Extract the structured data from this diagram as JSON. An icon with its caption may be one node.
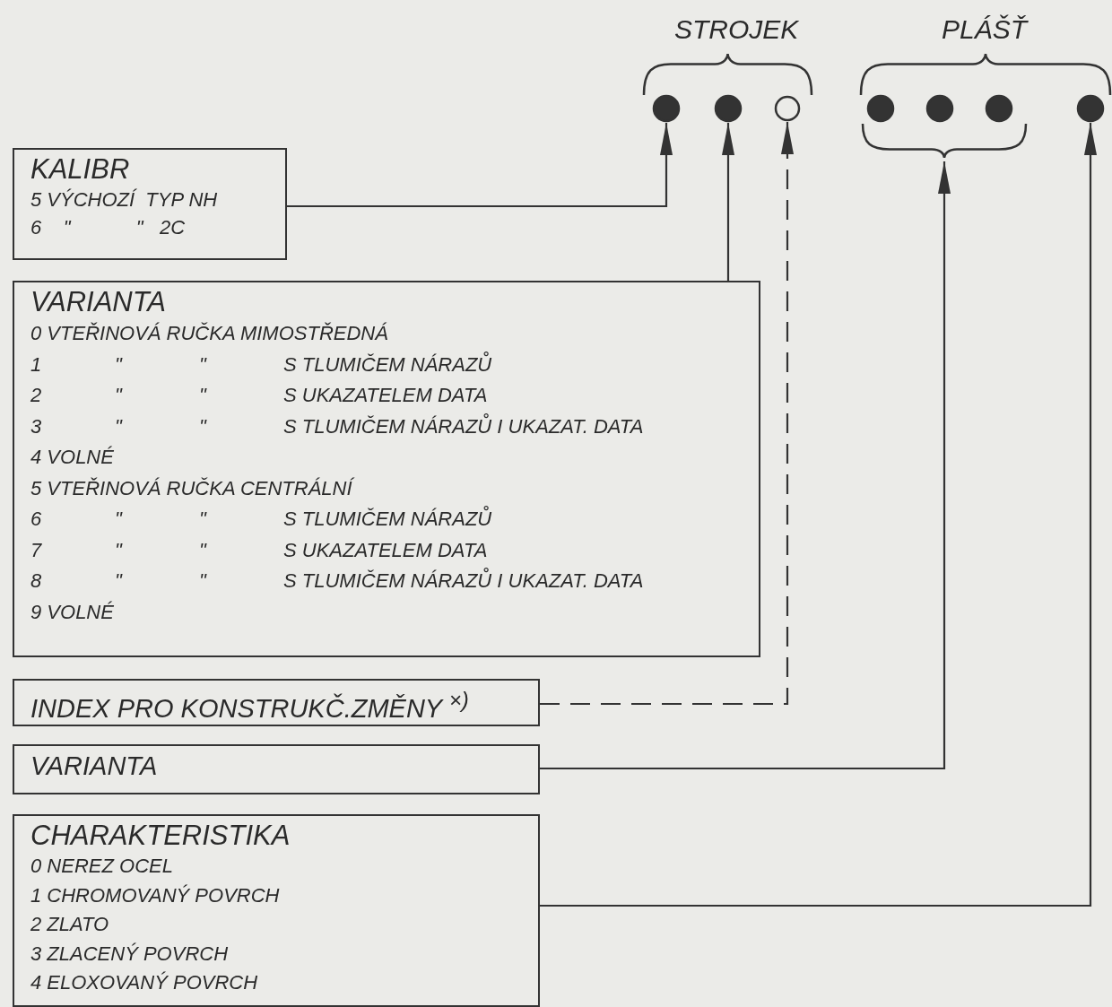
{
  "diagram": {
    "nodes": [
      {
        "text": [
          "KALIBR",
          "5 VÝCHOZÍ  TYP NH",
          "6    \"            \"   2C"
        ]
      },
      {
        "text": [
          "VARIANTA",
          "0 VTEŘINOVÁ RUČKA MIMOSTŘEDNÁ",
          "1\t\"\t\"\tS TLUMIČEM NÁRAZŮ",
          "2\t\"\t\"\tS UKAZATELEM DATA",
          "3\t\"\t\"\tS TLUMIČEM NÁRAZŮ I UKAZAT. DATA",
          "4 VOLNÉ",
          "5 VTEŘINOVÁ RUČKA CENTRÁLNÍ",
          "6\t\"\t\"\tS TLUMIČEM NÁRAZŮ",
          "7\t\"\t\"\tS UKAZATELEM DATA",
          "8\t\"\t\"\tS TLUMIČEM NÁRAZŮ I UKAZAT. DATA",
          "9 VOLNÉ"
        ]
      },
      {
        "text": [
          "INDEX PRO KONSTRUKČ.ZMĚNY $^{×)}$"
        ]
      },
      {
        "text": [
          "VARIANTA"
        ]
      },
      {
        "text": [
          "CHARAKTERISTIKA",
          "0 NEREZ OCEL",
          "1 CHROMOVANÝ POVRCH",
          "2 ZLATO",
          "3 ZLACENÝ POVRCH",
          "4 ELOXOVANÝ POVRCH"
        ]
      },
      {
        "text": [],
        "shape": "circle"
      },
      {
        "text": [],
        "shape": "circle"
      },
      {
        "text": [],
        "shape": "circle"
      },
      {
        "text": [],
        "shape": "circle"
      },
      {
        "text": [],
        "shape": "circle"
      },
      {
        "text": [],
        "shape": "circle"
      },
      {
        "text": [],
        "shape": "circle"
      },
      {
        "text": [],
        "shape": "bracket"
      }
    ],
    "edges": [
      {
        "from": 0,
        "to": 5,
        "arrow": "to"
      },
      {
        "from": 1,
        "to": 6,
        "arrow": "to"
      },
      {
        "from": 2,
        "to": 7,
        "arrow": "to",
        "style": "dashed"
      },
      {
        "from": 3,
        "to": 12,
        "arrow": "to"
      },
      {
        "from": 4,
        "to": 11,
        "arrow": "to"
      }
    ],
    "labels": [
      "STROJEK",
      "PLÁŠŤ"
    ]
  }
}
